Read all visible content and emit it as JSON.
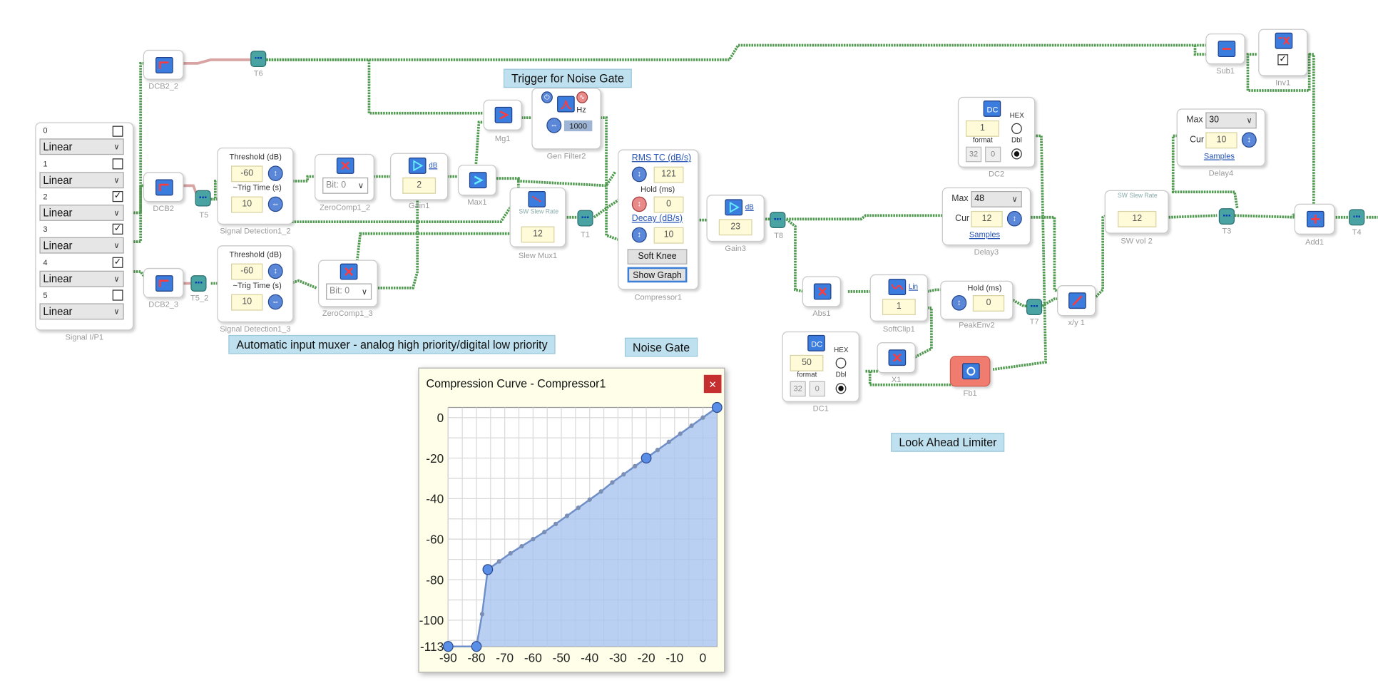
{
  "signal_ip": {
    "caption": "Signal I/P1",
    "channels": [
      {
        "index": "0",
        "mode": "Linear",
        "checked": false
      },
      {
        "index": "1",
        "mode": "Linear",
        "checked": false
      },
      {
        "index": "2",
        "mode": "Linear",
        "checked": true
      },
      {
        "index": "3",
        "mode": "Linear",
        "checked": true
      },
      {
        "index": "4",
        "mode": "Linear",
        "checked": true
      },
      {
        "index": "5",
        "mode": "Linear",
        "checked": false
      }
    ]
  },
  "blocks": {
    "dcb2_2": "DCB2_2",
    "dcb2": "DCB2",
    "dcb2_3": "DCB2_3",
    "t6": "T6",
    "t5": "T5",
    "t5_2": "T5_2",
    "t1": "T1",
    "t8": "T8",
    "t7": "T7",
    "t3": "T3",
    "t4": "T4",
    "sig_det_2": {
      "caption": "Signal Detection1_2",
      "threshold_label": "Threshold (dB)",
      "threshold": "-60",
      "trig_label": "~Trig Time (s)",
      "trig": "10"
    },
    "sig_det_3": {
      "caption": "Signal Detection1_3",
      "threshold_label": "Threshold (dB)",
      "threshold": "-60",
      "trig_label": "~Trig Time (s)",
      "trig": "10"
    },
    "zerocomp_2": {
      "caption": "ZeroComp1_2",
      "bit": "Bit: 0"
    },
    "zerocomp_3": {
      "caption": "ZeroComp1_3",
      "bit": "Bit: 0"
    },
    "gain1": {
      "caption": "Gain1",
      "value": "2",
      "unit": "dB"
    },
    "max1": "Max1",
    "mg1": "Mg1",
    "gen_filter2": {
      "caption": "Gen Filter2",
      "hz": "Hz",
      "value": "1000"
    },
    "slew_mux1": {
      "caption": "Slew Mux1",
      "title": "SW Slew Rate",
      "value": "12"
    },
    "compressor1": {
      "caption": "Compressor1",
      "rms_label": "RMS TC (dB/s)",
      "rms": "121",
      "hold_label": "Hold (ms)",
      "hold": "0",
      "decay_label": "Decay (dB/s)",
      "decay": "10",
      "soft_knee": "Soft Knee",
      "show_graph": "Show Graph"
    },
    "gain3": {
      "caption": "Gain3",
      "value": "23",
      "unit": "dB"
    },
    "dc2": {
      "caption": "DC2",
      "value": "1",
      "hex": "HEX",
      "format": "format",
      "dbl": "Dbl",
      "fmt1": "32",
      "fmt2": "0"
    },
    "dc1": {
      "caption": "DC1",
      "value": "50",
      "hex": "HEX",
      "format": "format",
      "dbl": "Dbl",
      "fmt1": "32",
      "fmt2": "0"
    },
    "delay3": {
      "caption": "Delay3",
      "max_label": "Max",
      "max": "48",
      "cur_label": "Cur",
      "cur": "12",
      "samples": "Samples"
    },
    "delay4": {
      "caption": "Delay4",
      "max_label": "Max",
      "max": "30",
      "cur_label": "Cur",
      "cur": "10",
      "samples": "Samples"
    },
    "abs1": "Abs1",
    "softclip1": {
      "caption": "SoftClip1",
      "value": "1",
      "unit": "Lin"
    },
    "peakenv2": {
      "caption": "PeakEnv2",
      "hold_label": "Hold (ms)",
      "value": "0"
    },
    "x1": "X1",
    "fb1": "Fb1",
    "xy1": "x/y 1",
    "swvol2": {
      "caption": "SW vol 2",
      "title": "SW Slew Rate",
      "value": "12"
    },
    "sub1": "Sub1",
    "inv1": "Inv1",
    "add1": "Add1"
  },
  "labels": {
    "trigger_noise_gate": "Trigger for Noise Gate",
    "auto_muxer": "Automatic input muxer - analog high priority/digital low priority",
    "noise_gate": "Noise Gate",
    "look_ahead": "Look Ahead Limiter"
  },
  "dialog": {
    "title": "Compression Curve - Compressor1",
    "close": "×"
  },
  "chart_data": {
    "type": "area",
    "title": "",
    "xlabel": "",
    "ylabel": "",
    "xlim": [
      -90,
      5
    ],
    "ylim": [
      -113,
      5
    ],
    "x_ticks": [
      "-90",
      "-80",
      "-70",
      "-60",
      "-50",
      "-40",
      "-30",
      "-20",
      "-10",
      "0"
    ],
    "y_ticks": [
      "0",
      "-20",
      "-40",
      "-60",
      "-80",
      "-100",
      "-113"
    ],
    "grid": true,
    "fill_color": "#a9c4f0",
    "line_color": "#6f8fc9",
    "control_points": [
      {
        "x": -90,
        "y": -113
      },
      {
        "x": -80,
        "y": -113
      },
      {
        "x": -76,
        "y": -75
      },
      {
        "x": -20,
        "y": -20
      },
      {
        "x": 5,
        "y": 5
      }
    ],
    "curve_points": [
      {
        "x": -90,
        "y": -113
      },
      {
        "x": -80,
        "y": -113
      },
      {
        "x": -78,
        "y": -97
      },
      {
        "x": -76,
        "y": -75
      },
      {
        "x": -72,
        "y": -71
      },
      {
        "x": -68,
        "y": -67
      },
      {
        "x": -64,
        "y": -63.5
      },
      {
        "x": -60,
        "y": -60
      },
      {
        "x": -56,
        "y": -56.5
      },
      {
        "x": -52,
        "y": -52.5
      },
      {
        "x": -48,
        "y": -48.5
      },
      {
        "x": -44,
        "y": -44.5
      },
      {
        "x": -40,
        "y": -40.5
      },
      {
        "x": -36,
        "y": -36.5
      },
      {
        "x": -32,
        "y": -32
      },
      {
        "x": -28,
        "y": -28
      },
      {
        "x": -24,
        "y": -24
      },
      {
        "x": -20,
        "y": -20
      },
      {
        "x": -16,
        "y": -16
      },
      {
        "x": -12,
        "y": -12
      },
      {
        "x": -8,
        "y": -8
      },
      {
        "x": -4,
        "y": -4
      },
      {
        "x": 0,
        "y": 0
      },
      {
        "x": 5,
        "y": 5
      }
    ]
  }
}
